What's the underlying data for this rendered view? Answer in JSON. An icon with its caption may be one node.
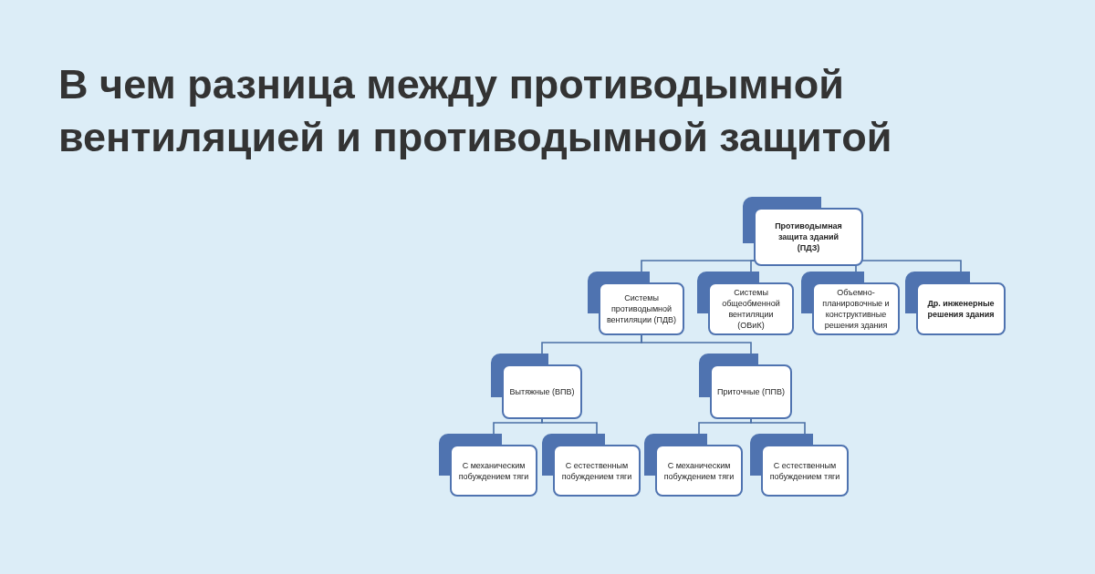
{
  "diagram": {
    "title": "В чем разница между противодымной вентиляцией и противодымной защитой",
    "nodes": [
      {
        "text": [
          "Противодымная защита зданий (ПДЗ)"
        ]
      },
      {
        "text": [
          "Системы противодымной вентиляции (ПДВ)"
        ]
      },
      {
        "text": [
          "Системы общеобменной вентиляции (ОВиК)"
        ]
      },
      {
        "text": [
          "Объемно-планировочные и конструктивные решения здания"
        ]
      },
      {
        "text": [
          "Др. инженерные решения здания"
        ]
      },
      {
        "text": [
          "Вытяжные (ВПВ)"
        ]
      },
      {
        "text": [
          "Приточные (ППВ)"
        ]
      },
      {
        "text": [
          "С механическим побуждением тяги"
        ]
      },
      {
        "text": [
          "С естественным побуждением тяги"
        ]
      },
      {
        "text": [
          "С механическим побуждением тяги"
        ]
      },
      {
        "text": [
          "С естественным побуждением тяги"
        ]
      }
    ],
    "edges": [
      {
        "from": 0,
        "to": 1,
        "arrow": "none"
      },
      {
        "from": 0,
        "to": 2,
        "arrow": "none"
      },
      {
        "from": 0,
        "to": 3,
        "arrow": "none"
      },
      {
        "from": 0,
        "to": 4,
        "arrow": "none"
      },
      {
        "from": 1,
        "to": 5,
        "arrow": "none"
      },
      {
        "from": 1,
        "to": 6,
        "arrow": "none"
      },
      {
        "from": 5,
        "to": 7,
        "arrow": "none"
      },
      {
        "from": 5,
        "to": 8,
        "arrow": "none"
      },
      {
        "from": 6,
        "to": 9,
        "arrow": "none"
      },
      {
        "from": 6,
        "to": 10,
        "arrow": "none"
      }
    ]
  }
}
